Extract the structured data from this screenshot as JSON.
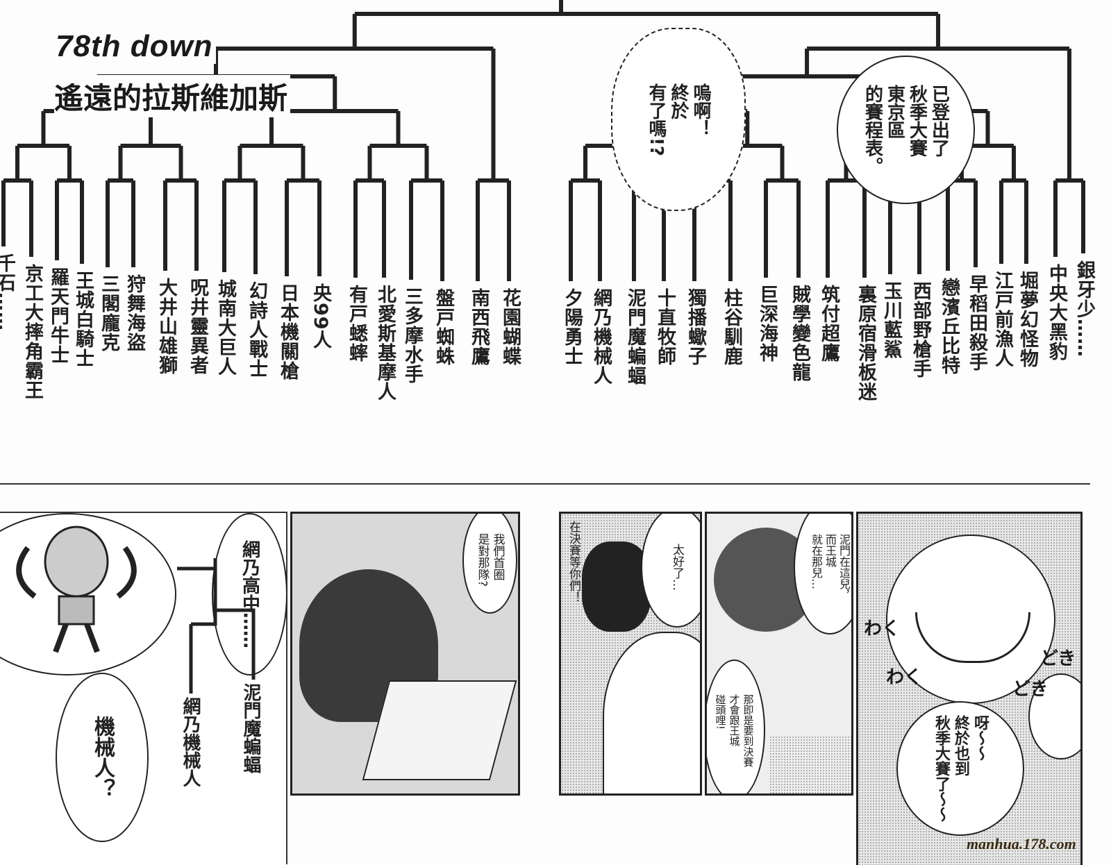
{
  "chapter": {
    "number": "78th down",
    "title": "遙遠的拉斯維加斯"
  },
  "bracket": {
    "left_teams": [
      "千石……",
      "京工大摔角霸王",
      "羅天門牛士",
      "王城白騎士",
      "三閣龐克",
      "狩舞海盜",
      "大井山雄獅",
      "呪井靈異者",
      "城南大巨人",
      "幻詩人戰士",
      "日本機關槍",
      "央99人",
      "有戸蟋蟀",
      "北愛斯基摩人",
      "三多摩水手",
      "盤戸蜘蛛",
      "南西飛鷹",
      "花園蝴蝶"
    ],
    "right_teams": [
      "夕陽勇士",
      "網乃機械人",
      "泥門魔蝙蝠",
      "十直牧師",
      "獨播蠍子",
      "柱谷馴鹿",
      "巨深海神",
      "賊學變色龍",
      "筑付超鷹",
      "裏原宿滑板迷",
      "玉川藍鯊",
      "西部野槍手",
      "戀濱丘比特",
      "早稻田殺手",
      "江戸前漁人",
      "堀夢幻怪物",
      "中央大黑豹",
      "銀牙少……"
    ]
  },
  "top_bubbles": {
    "shout": [
      "嗚啊！",
      "終於",
      "有了嗎!?"
    ],
    "announcement": [
      "已登出了",
      "秋季大賽",
      "東京區",
      "的賽程表。"
    ]
  },
  "panels": {
    "p1": {
      "bubble1": [
        "網乃高中……"
      ],
      "bubble2": [
        "機械人？"
      ],
      "bracket_left": "網乃機械人",
      "bracket_right": "泥門魔蝙蝠"
    },
    "p2": {
      "bubble": [
        "我們首圈",
        "是對那隊?"
      ]
    },
    "p3": {
      "bubble": [
        "太好了…"
      ],
      "caption": "在決賽等你們！"
    },
    "p4": {
      "bubble1": [
        "泥門在這兒，",
        "而王城",
        "就在那兒…"
      ],
      "bubble2": [
        "那即是要到決賽",
        "才會跟王城",
        "碰頭哩!"
      ]
    },
    "p5": {
      "bubble": [
        "呀〜〜",
        "終於也到",
        "秋季大賽了〜〜"
      ],
      "sfx": [
        "わく",
        "わく",
        "どき",
        "どき"
      ]
    }
  },
  "watermark": "manhua.178.com"
}
